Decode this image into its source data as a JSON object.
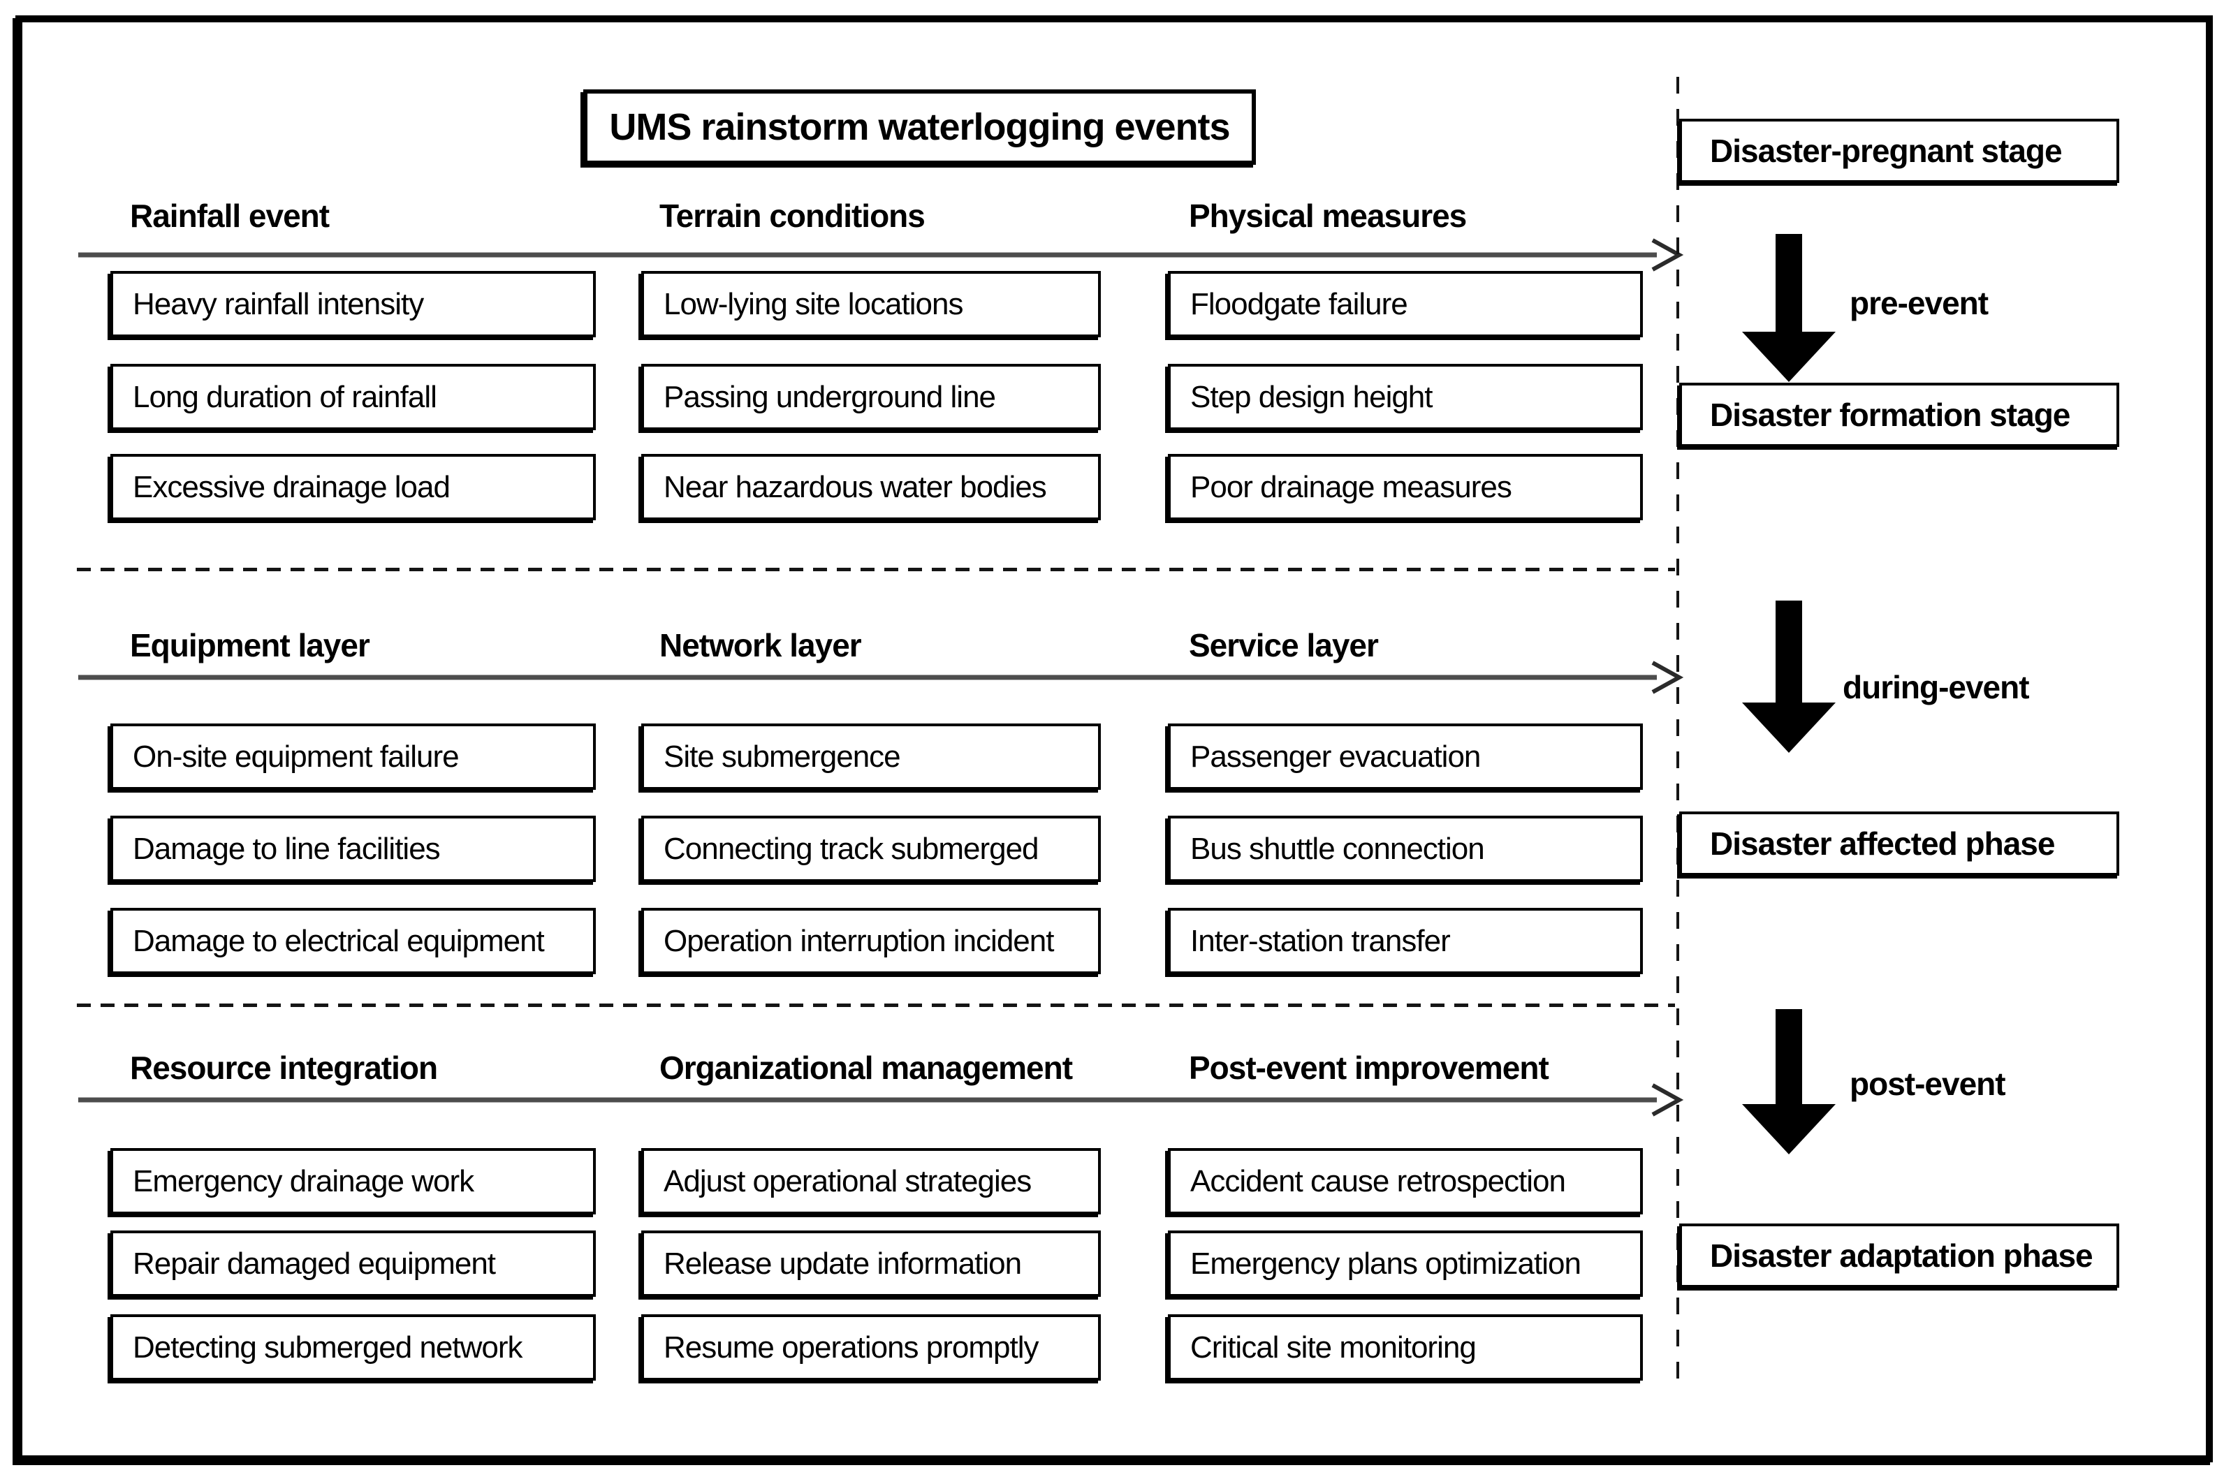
{
  "title": "UMS rainstorm waterlogging events",
  "sections": [
    {
      "phase": "pre-event",
      "columns": [
        {
          "header": "Rainfall event",
          "items": [
            "Heavy rainfall intensity",
            "Long duration of rainfall",
            "Excessive drainage load"
          ]
        },
        {
          "header": "Terrain conditions",
          "items": [
            "Low-lying site locations",
            "Passing underground line",
            "Near hazardous water bodies"
          ]
        },
        {
          "header": "Physical measures",
          "items": [
            "Floodgate failure",
            "Step design height",
            "Poor drainage measures"
          ]
        }
      ]
    },
    {
      "phase": "during-event",
      "columns": [
        {
          "header": "Equipment layer",
          "items": [
            "On-site equipment failure",
            "Damage to line facilities",
            "Damage to electrical equipment"
          ]
        },
        {
          "header": "Network layer",
          "items": [
            "Site submergence",
            "Connecting track submerged",
            "Operation interruption incident"
          ]
        },
        {
          "header": "Service layer",
          "items": [
            "Passenger evacuation",
            "Bus shuttle connection",
            "Inter-station transfer"
          ]
        }
      ]
    },
    {
      "phase": "post-event",
      "columns": [
        {
          "header": "Resource integration",
          "items": [
            "Emergency drainage work",
            "Repair damaged equipment",
            "Detecting submerged network"
          ]
        },
        {
          "header": "Organizational management",
          "items": [
            "Adjust operational strategies",
            "Release update information",
            "Resume operations promptly"
          ]
        },
        {
          "header": "Post-event improvement",
          "items": [
            "Accident cause retrospection",
            "Emergency plans optimization",
            "Critical site monitoring"
          ]
        }
      ]
    }
  ],
  "timeline": {
    "stages": [
      "Disaster-pregnant stage",
      "Disaster formation stage",
      "Disaster affected phase",
      "Disaster adaptation phase"
    ],
    "phase_labels": [
      "pre-event",
      "during-event",
      "post-event"
    ]
  },
  "colors": {
    "ink": "#000000",
    "line_gray": "#4d4d4d",
    "background": "#ffffff"
  }
}
